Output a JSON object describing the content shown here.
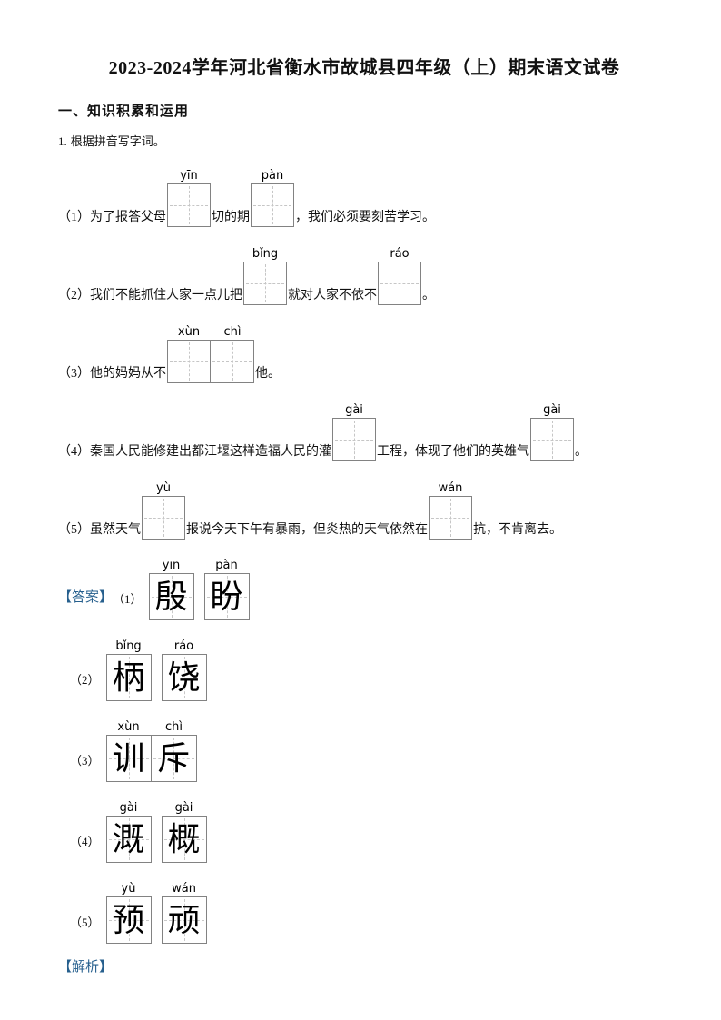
{
  "colors": {
    "label_blue": "#265f8d",
    "box_border": "#828282",
    "dash_gray": "#c9c9c9"
  },
  "header": {
    "title": "2023-2024学年河北省衡水市故城县四年级（上）期末语文试卷"
  },
  "section": {
    "heading": "一、知识积累和运用"
  },
  "item1": {
    "number": "1.",
    "instruction": "根据拼音写字词。"
  },
  "questions": [
    {
      "pre": "（1）为了报答父母",
      "pinyin1": "yīn",
      "mid": "切的期",
      "pinyin2": "pàn",
      "post": "，我们必须要刻苦学习。"
    },
    {
      "pre": "（2）我们不能抓住人家一点儿把",
      "pinyin1": "bǐng",
      "mid": "就对人家不依不",
      "pinyin2": "ráo",
      "post": "。"
    },
    {
      "pre": "（3）他的妈妈从不",
      "pinyin1": "xùn",
      "pinyin2": "chì",
      "post": "他。",
      "joined": true
    },
    {
      "pre": "（4）秦国人民能修建出都江堰这样造福人民的灌",
      "pinyin1": "gài",
      "mid": "工程，体现了他们的英雄气",
      "pinyin2": "gài",
      "post": "。"
    },
    {
      "pre": "（5）虽然天气",
      "pinyin1": "yù",
      "mid": "报说今天下午有暴雨，但炎热的天气依然在",
      "pinyin2": "wán",
      "post": "抗，不肯离去。"
    }
  ],
  "answers": {
    "label": "【答案】",
    "rows": [
      {
        "number": "（1）",
        "cells": [
          {
            "pinyin": "yīn",
            "char": "殷"
          },
          {
            "pinyin": "pàn",
            "char": "盼"
          }
        ]
      },
      {
        "number": "（2）",
        "cells": [
          {
            "pinyin": "bǐng",
            "char": "柄"
          },
          {
            "pinyin": "ráo",
            "char": "饶"
          }
        ]
      },
      {
        "number": "（3）",
        "joined": true,
        "cells": [
          {
            "pinyin": "xùn",
            "char": "训"
          },
          {
            "pinyin": "chì",
            "char": "斥"
          }
        ]
      },
      {
        "number": "（4）",
        "cells": [
          {
            "pinyin": "gài",
            "char": "溉"
          },
          {
            "pinyin": "gài",
            "char": "概"
          }
        ]
      },
      {
        "number": "（5）",
        "cells": [
          {
            "pinyin": "yù",
            "char": "预"
          },
          {
            "pinyin": "wán",
            "char": "顽"
          }
        ]
      }
    ]
  },
  "analysis": {
    "label": "【解析】"
  }
}
